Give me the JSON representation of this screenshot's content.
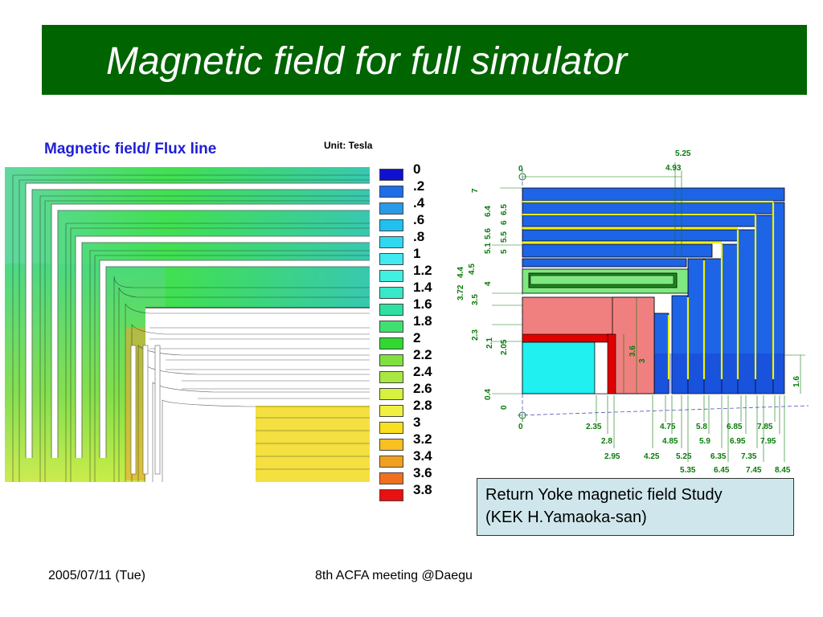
{
  "slide": {
    "title": "Magnetic field for full simulator",
    "left_heading": "Magnetic field/ Flux line",
    "unit_label": "Unit: Tesla",
    "info_box_line1": "Return Yoke magnetic field Study",
    "info_box_line2": "(KEK H.Yamaoka-san)",
    "footer_date": "2005/07/11 (Tue)",
    "footer_meeting": "8th ACFA meeting @Daegu"
  },
  "legend": {
    "labels": [
      "0",
      ".2",
      ".4",
      ".6",
      ".8",
      "1",
      "1.2",
      "1.4",
      "1.6",
      "1.8",
      "2",
      "2.2",
      "2.4",
      "2.6",
      "2.8",
      "3",
      "3.2",
      "3.4",
      "3.6",
      "3.8"
    ],
    "colors": [
      "#1010d0",
      "#1e6ee8",
      "#2a9ae8",
      "#22c0ee",
      "#30d8f0",
      "#40eaf0",
      "#40f0e0",
      "#38e8c8",
      "#30e0a0",
      "#40e070",
      "#30d830",
      "#80e040",
      "#a8e840",
      "#d8f040",
      "#f0f040",
      "#f8e020",
      "#f8c020",
      "#f0a020",
      "#f07020",
      "#e81010"
    ]
  },
  "dimensions": {
    "top_r": [
      "0",
      "4.93",
      "5.25"
    ],
    "bottom_r": [
      "0",
      "2.35",
      "2.8",
      "2.95",
      "4.25",
      "4.75",
      "4.85",
      "5.25",
      "5.35",
      "5.8",
      "5.9",
      "6.35",
      "6.45",
      "6.85",
      "6.95",
      "7.35",
      "7.45",
      "7.85",
      "7.95",
      "8.45"
    ],
    "left_z": [
      "7",
      "6.5",
      "6.4",
      "6",
      "5.6",
      "5.5",
      "5.1",
      "5",
      "4.5",
      "4.4",
      "4",
      "3.72",
      "3.5",
      "2.3",
      "2.1",
      "2.05",
      "0.4",
      "0"
    ],
    "inner_z": [
      "3.6",
      "3"
    ],
    "right_z": "1.6"
  },
  "colors": {
    "title_bg": "#006400",
    "heading_blue": "#1f1fd6",
    "yoke_blue": "#1e64e6",
    "coil_yellow": "#f0f000",
    "calorimeter_pink": "#f08080",
    "cryostat_red": "#e00000",
    "tracker_cyan": "#20f0f0",
    "solenoid_green": "#80e880",
    "info_box_bg": "#cfe7ec",
    "dimension_green": "#0a7a0a"
  }
}
